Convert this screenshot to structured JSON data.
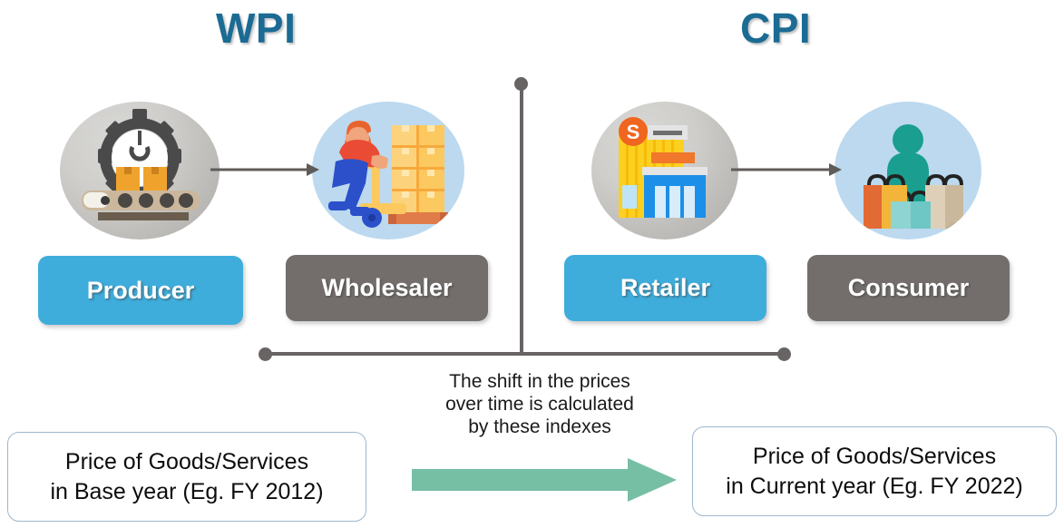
{
  "titles": {
    "left": "WPI",
    "right": "CPI",
    "accent_color": "#1B6B94"
  },
  "stages": [
    {
      "id": "producer",
      "label": "Producer",
      "chip_color": "#3FADDC",
      "icon": "factory-production-icon",
      "circle_color": "#cfcecb"
    },
    {
      "id": "wholesaler",
      "label": "Wholesaler",
      "chip_color": "#736E6C",
      "icon": "warehouse-worker-pallet-icon",
      "circle_color": "#bcd9ef"
    },
    {
      "id": "retailer",
      "label": "Retailer",
      "chip_color": "#3FADDC",
      "icon": "retail-store-icon",
      "circle_color": "#cfcecb"
    },
    {
      "id": "consumer",
      "label": "Consumer",
      "chip_color": "#736E6C",
      "icon": "shopper-with-bags-icon",
      "circle_color": "#bcd9ef"
    }
  ],
  "center_caption": {
    "line1": "The shift in the prices",
    "line2": "over time is calculated",
    "line3": "by these indexes"
  },
  "price_base": {
    "line1": "Price of Goods/Services",
    "line2": "in Base year (Eg. FY 2012)"
  },
  "price_current": {
    "line1": "Price of Goods/Services",
    "line2": "in Current year (Eg. FY 2022)"
  },
  "shift_arrow": {
    "color": "#76BFA4",
    "direction": "right"
  },
  "axis": {
    "line_color": "#696464"
  }
}
